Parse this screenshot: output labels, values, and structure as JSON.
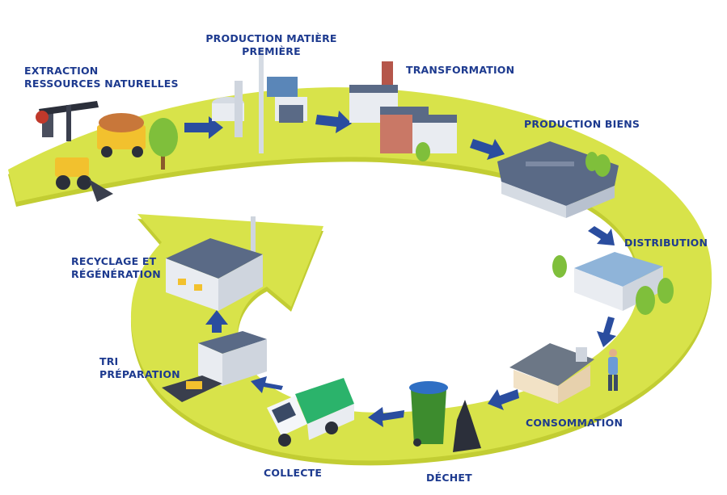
{
  "colors": {
    "loop": "#d8e34a",
    "loop_shade": "#c2cd33",
    "arrow": "#2a4d9f",
    "label": "#1d3a8f",
    "tree": "#7fbf3b",
    "tree_trunk": "#8a5a2b",
    "building_roof": "#5a6a86",
    "building_wall": "#e9ecf1",
    "truck_green": "#2bb36b",
    "bin_green": "#3d8c2e",
    "bin_lid": "#2f6fc4"
  },
  "steps": {
    "extraction": {
      "line1": "EXTRACTION",
      "line2": "RESSOURCES NATURELLES"
    },
    "production_matiere": {
      "line1": "PRODUCTION MATIÈRE",
      "line2": "PREMIÈRE"
    },
    "transformation": {
      "line1": "TRANSFORMATION"
    },
    "production_biens": {
      "line1": "PRODUCTION BIENS"
    },
    "distribution": {
      "line1": "DISTRIBUTION"
    },
    "consommation": {
      "line1": "CONSOMMATION"
    },
    "dechet": {
      "line1": "DÉCHET"
    },
    "collecte": {
      "line1": "COLLECTE"
    },
    "tri": {
      "line1": "TRI",
      "line2": "PRÉPARATION"
    },
    "recyclage": {
      "line1": "RECYCLAGE ET",
      "line2": "RÉGÉNÉRATION"
    }
  },
  "icons": {
    "extraction": "oil-pump-excavator-icon",
    "production_matiere": "refinery-plant-icon",
    "transformation": "processing-factory-icon",
    "production_biens": "manufacturing-plant-icon",
    "distribution": "warehouse-store-icon",
    "consommation": "house-consumer-icon",
    "dechet": "trash-bin-bag-icon",
    "collecte": "garbage-truck-icon",
    "tri": "sorting-center-icon",
    "recyclage": "recycling-factory-icon"
  }
}
